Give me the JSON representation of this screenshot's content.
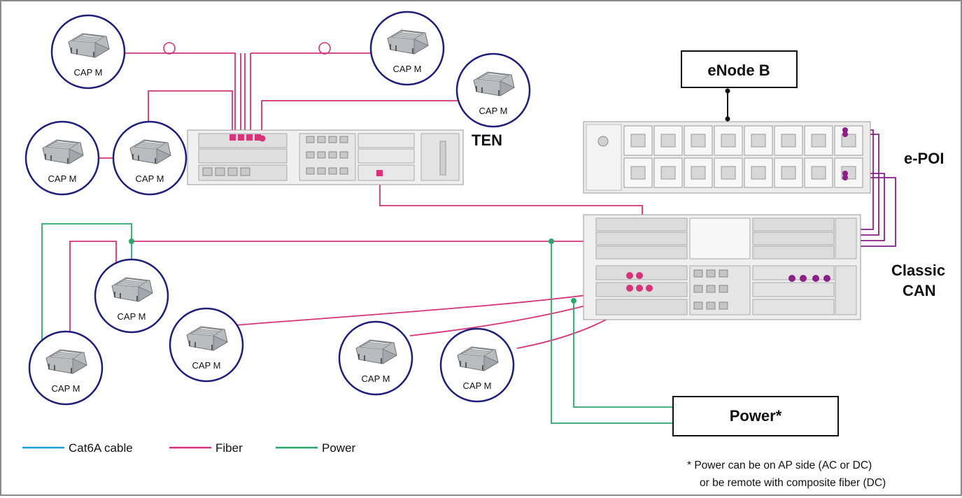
{
  "colors": {
    "fiber": "#d6337a",
    "power": "#2aa86b",
    "cat6a": "#1a9fe0",
    "circle_border": "#1f1f7a",
    "port_purple": "#8a1f8a",
    "port_pink": "#d6337a"
  },
  "labels": {
    "enodeb": "eNode B",
    "ten": "TEN",
    "epoi": "e-POI",
    "classic_can_line1": "Classic",
    "classic_can_line2": "CAN",
    "power": "Power*"
  },
  "cap_label": "CAP M",
  "legend": [
    {
      "label": "Cat6A cable",
      "color_key": "cat6a"
    },
    {
      "label": "Fiber",
      "color_key": "fiber"
    },
    {
      "label": "Power",
      "color_key": "power"
    }
  ],
  "note": {
    "line1": "*  Power can be on AP side (AC or DC)",
    "line2": "or be remote with composite fiber (DC)"
  }
}
